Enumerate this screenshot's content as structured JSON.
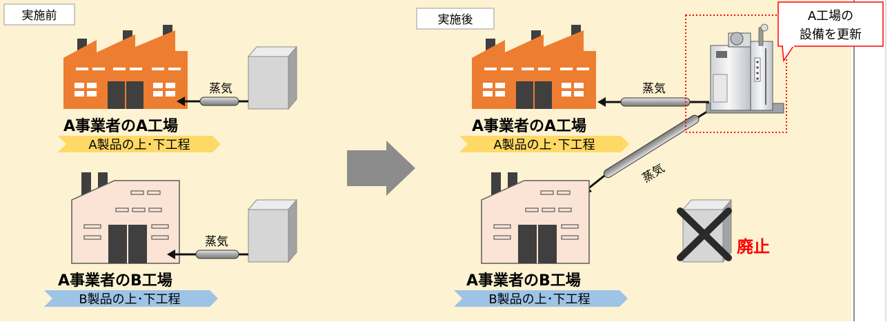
{
  "before": {
    "tag": "実施前",
    "factory_a": {
      "title": "A事業者のA工場",
      "process": "A製品の上･下工程",
      "steam": "蒸気"
    },
    "factory_b": {
      "title": "A事業者のB工場",
      "process": "B製品の上･下工程",
      "steam": "蒸気"
    }
  },
  "after": {
    "tag": "実施後",
    "callout": {
      "line1": "A工場の",
      "line2": "設備を更新"
    },
    "factory_a": {
      "title": "A事業者のA工場",
      "process": "A製品の上･下工程",
      "steam": "蒸気"
    },
    "factory_b": {
      "title": "A事業者のB工場",
      "process": "B製品の上･下工程"
    },
    "pipe_label": "蒸気",
    "abolished": "廃止"
  },
  "colors": {
    "background": "#fdf2d1",
    "factory_orange": "#ed7d31",
    "factory_pink": "#fbe4d5",
    "chimney": "#3f3f3f",
    "process_a_band": "#ffd966",
    "process_b_band": "#9dc3e6",
    "alert_red": "#ff0000",
    "arrow_gray": "#8c8c8c"
  }
}
